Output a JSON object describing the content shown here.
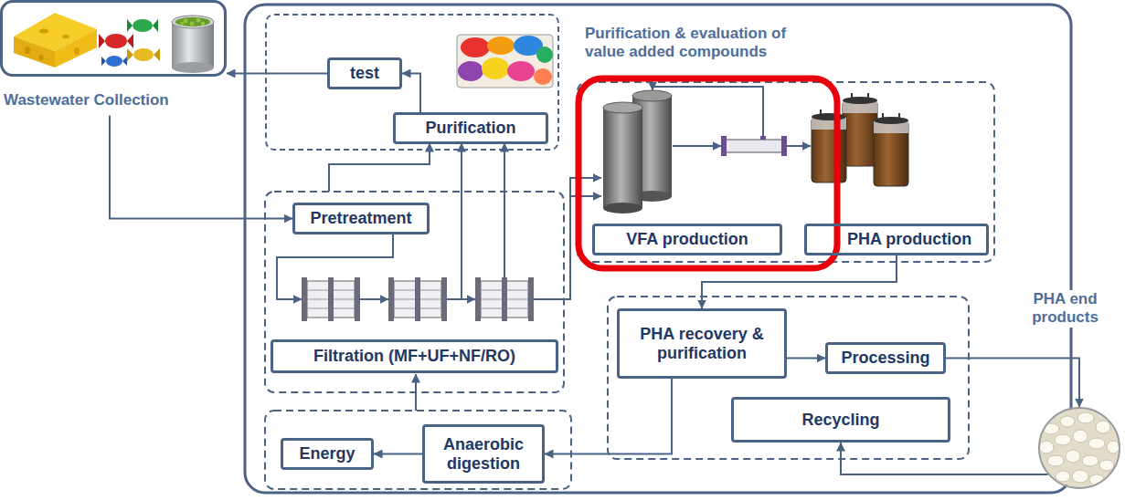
{
  "diagram": {
    "nodes": [
      {
        "text": [
          "Wastewater Collection"
        ]
      },
      {
        "text": [
          "Purification & evaluation of value added compounds"
        ]
      },
      {
        "text": [
          "test"
        ],
        "in": 1
      },
      {
        "text": [
          "Purification"
        ],
        "in": 1
      },
      {
        "text": [
          "Pretreatment"
        ]
      },
      {
        "text": [
          "Filtration (MF+UF+NF/RO)"
        ]
      },
      {
        "text": [
          "VFA production"
        ]
      },
      {
        "text": [
          "PHA production"
        ]
      },
      {
        "text": [
          "PHA recovery & purification"
        ]
      },
      {
        "text": [
          "Processing"
        ]
      },
      {
        "text": [
          "Recycling"
        ]
      },
      {
        "text": [
          "PHA end products"
        ]
      },
      {
        "text": [
          "Energy"
        ]
      },
      {
        "text": [
          "Anaerobic digestion"
        ]
      }
    ],
    "edges": [
      {
        "from": 2,
        "to": 0,
        "arrow": "to"
      },
      {
        "from": 0,
        "to": 4,
        "arrow": "to"
      },
      {
        "from": 3,
        "to": 2,
        "arrow": "to"
      },
      {
        "from": 7,
        "to": 8,
        "arrow": "to"
      },
      {
        "from": 8,
        "to": 9,
        "arrow": "to"
      },
      {
        "from": 9,
        "to": 11,
        "arrow": "to"
      },
      {
        "from": 11,
        "to": 10,
        "arrow": "to"
      },
      {
        "from": 8,
        "to": 13,
        "arrow": "to"
      },
      {
        "from": 13,
        "to": 12,
        "arrow": "to"
      }
    ]
  }
}
